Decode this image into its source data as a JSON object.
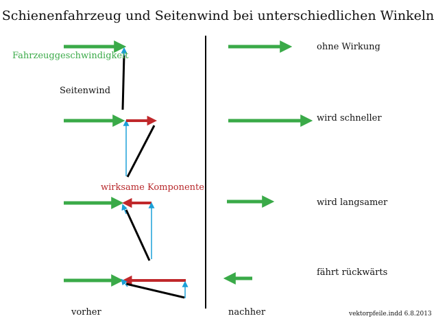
{
  "title": "Schienenfahrzeug und Seitenwind bei unterschiedlichen Winkeln",
  "labels": {
    "vehicle_speed": "Fahrzeuggeschwindigkeit",
    "side_wind": "Seitenwind",
    "effective_component": "wirksame Komponente",
    "before": "vorher",
    "after": "nachher",
    "footer": "vektorpfeile.indd 6.8.2013"
  },
  "results": [
    "ohne Wirkung",
    "wird schneller",
    "wird langsamer",
    "fährt rückwärts"
  ],
  "colors": {
    "vehicle_arrow": "#3aaa48",
    "component_arrow": "#c0282b",
    "wind_line": "#000000",
    "projection": "#1aa0d8"
  }
}
